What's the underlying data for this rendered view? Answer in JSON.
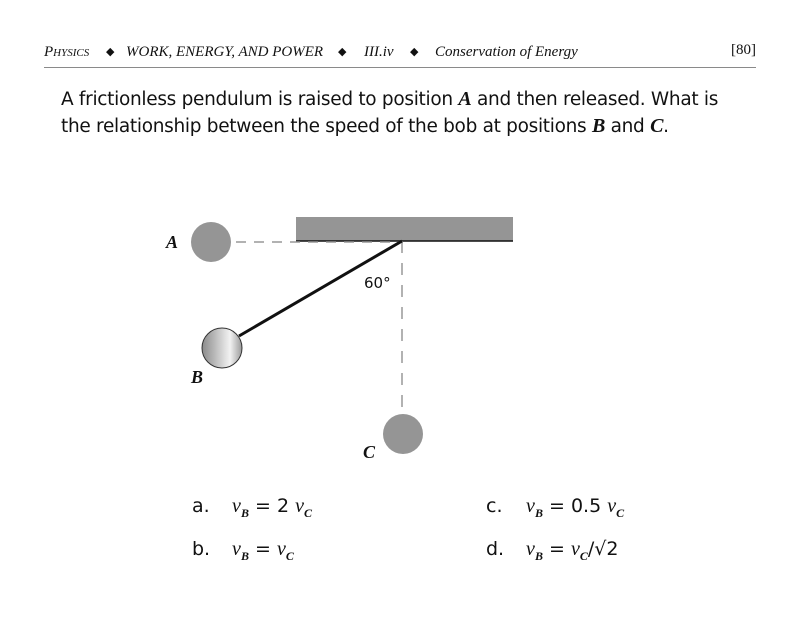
{
  "header": {
    "subject": "Physics",
    "chapter": "WORK, ENERGY, AND POWER",
    "section": "III.iv",
    "topic": "Conservation of Energy",
    "page": "[80]",
    "bullet": "◆"
  },
  "question": {
    "line1_pre": "A frictionless pendulum is raised to position ",
    "line1_var": "A",
    "line1_post": " and then released.  What is",
    "line2_pre": "the relationship between the speed of the bob at positions ",
    "line2_var1": "B",
    "line2_mid": " and ",
    "line2_var2": "C",
    "line2_post": "."
  },
  "diagram": {
    "labels": {
      "a": "A",
      "b": "B",
      "c": "C"
    },
    "angle": "60°",
    "colors": {
      "ceiling": "#959595",
      "bob": "#959595",
      "dash": "#999999",
      "string": "#111111"
    }
  },
  "answers": [
    {
      "letter": "a.",
      "lhs": "v",
      "lhs_sub": "B",
      "op": "=",
      "coef": "2",
      "rhs": "v",
      "rhs_sub": "C",
      "suffix": ""
    },
    {
      "letter": "b.",
      "lhs": "v",
      "lhs_sub": "B",
      "op": "=",
      "coef": "",
      "rhs": "v",
      "rhs_sub": "C",
      "suffix": ""
    },
    {
      "letter": "c.",
      "lhs": "v",
      "lhs_sub": "B",
      "op": "=",
      "coef": "0.5",
      "rhs": "v",
      "rhs_sub": "C",
      "suffix": ""
    },
    {
      "letter": "d.",
      "lhs": "v",
      "lhs_sub": "B",
      "op": "=",
      "coef": "",
      "rhs": "v",
      "rhs_sub": "C",
      "suffix": "/√2"
    }
  ]
}
